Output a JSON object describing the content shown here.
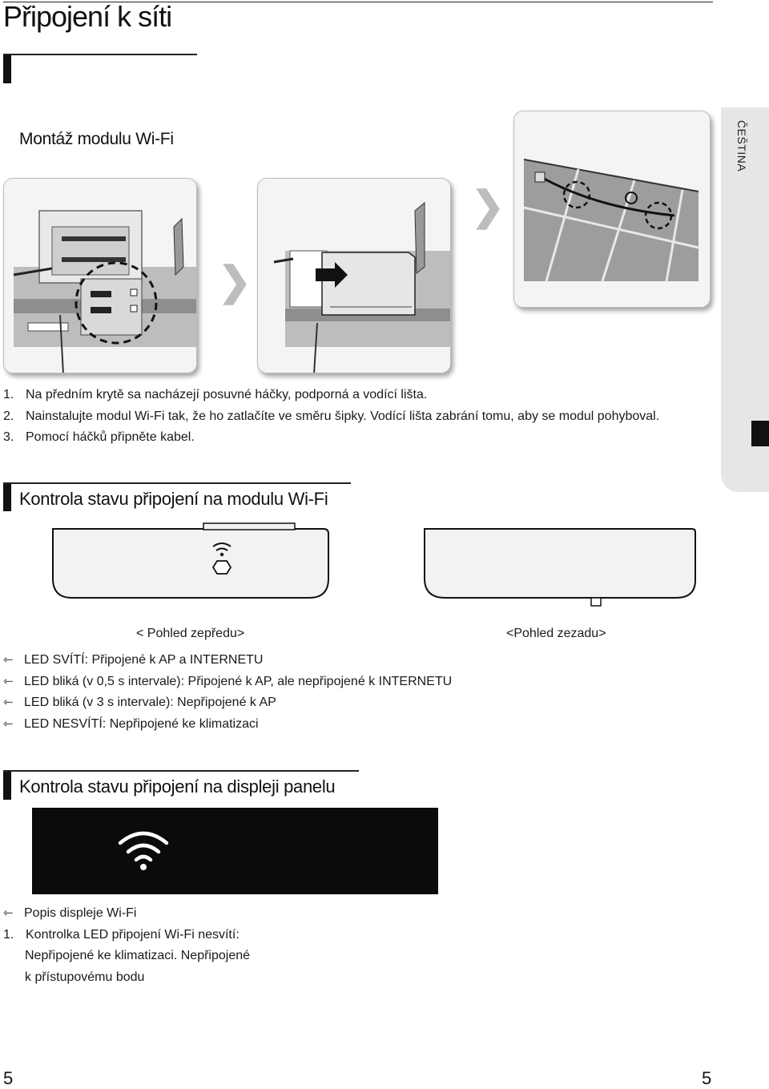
{
  "page": {
    "title": "Připojení k síti",
    "side_tab_label": "ČEŠTINA",
    "page_number_left": "5",
    "page_number_right": "5"
  },
  "section_module": {
    "heading": "Montáž modulu Wi-Fi",
    "steps": [
      {
        "num": "1.",
        "text": "Na předním krytě sa nacházejí posuvné háčky, podporná a vodící lišta."
      },
      {
        "num": "2.",
        "text": "Nainstalujte modul Wi-Fi tak, že ho zatlačíte ve směru šipky. Vodící lišta zabrání tomu, aby se modul pohyboval."
      },
      {
        "num": "3.",
        "text": "Pomocí háčků připněte kabel."
      }
    ]
  },
  "section_status": {
    "heading": "Kontrola stavu připojení na modulu Wi-Fi",
    "front_caption": "< Pohled zepředu>",
    "back_caption": "<Pohled zezadu>",
    "bullet_glyph": "⇽",
    "bullets": [
      "LED SVÍTÍ: Připojené k AP a INTERNETU",
      "LED bliká (v 0,5 s intervale): Připojené k AP, ale nepřipojené k INTERNETU",
      "LED bliká (v 3 s intervale): Nepřipojené k AP",
      "LED NESVÍTÍ: Nepřipojené ke klimatizaci"
    ]
  },
  "section_display": {
    "heading": "Kontrola stavu připojení na displeji panelu",
    "bullet_glyph": "⇽",
    "bullet": "Popis displeje Wi-Fi",
    "item_num": "1.",
    "item_line1": "Kontrolka LED připojení Wi-Fi nesvítí:",
    "item_line2": "Nepřipojené ke klimatizaci. Nepřipojené",
    "item_line3": "k přístupovému bodu"
  },
  "colors": {
    "panel_black": "#0b0b0b",
    "tab_grey": "#e6e6e6",
    "photo_bg": "#f4f4f4"
  }
}
